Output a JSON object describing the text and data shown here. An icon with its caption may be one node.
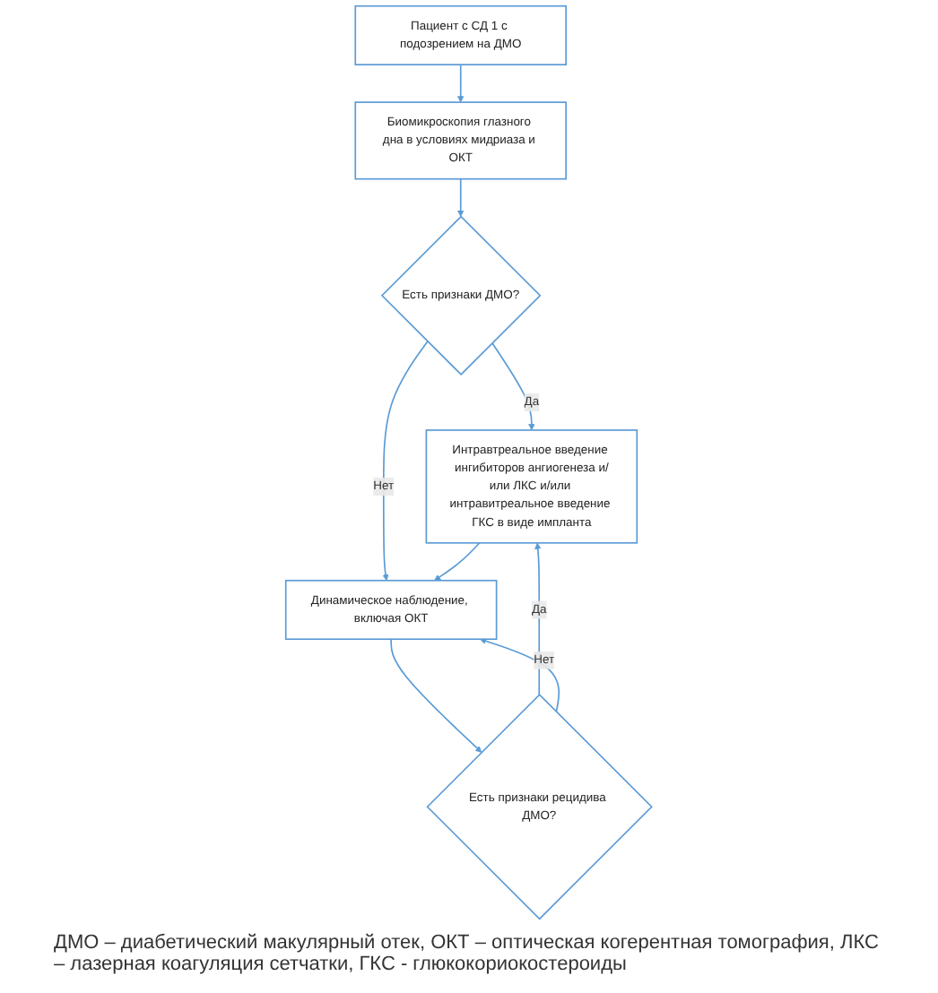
{
  "diagram": {
    "nodes": [
      {
        "text": [
          "Пациент с СД 1 с подозрением на ДМО"
        ]
      },
      {
        "text": [
          "Биомикроскопия глазного дна в условиях мидриаза и ОКТ"
        ]
      },
      {
        "text": [
          "Есть признаки ДМО?"
        ]
      },
      {
        "text": [
          "Интравтреальное введение ингибиторов ангиогенеза и/или ЛКС и/или интравитреальное введение ГКС в виде импланта"
        ]
      },
      {
        "text": [
          "Динамическое наблюдение, включая ОКТ"
        ]
      },
      {
        "text": [
          "Есть признаки рецидива ДМО?"
        ]
      }
    ],
    "edges": [
      {
        "from": 0,
        "to": 1,
        "arrow": "to"
      },
      {
        "from": 1,
        "to": 2,
        "arrow": "to"
      },
      {
        "from": 2,
        "to": 3,
        "arrow": "to",
        "label": "Да"
      },
      {
        "from": 2,
        "to": 4,
        "arrow": "to",
        "label": "Нет"
      },
      {
        "from": 3,
        "to": 4,
        "arrow": "to"
      },
      {
        "from": 4,
        "to": 5,
        "arrow": "to"
      },
      {
        "from": 5,
        "to": 3,
        "arrow": "to",
        "label": "Да"
      },
      {
        "from": 5,
        "to": 4,
        "arrow": "to",
        "label": "Нет"
      }
    ],
    "caption": "ДМО – диабетический макулярный отек, ОКТ – оптическая когерентная томография, ЛКС – лазерная коагуляция сетчатки, ГКС - глюкокориокостероиды"
  }
}
